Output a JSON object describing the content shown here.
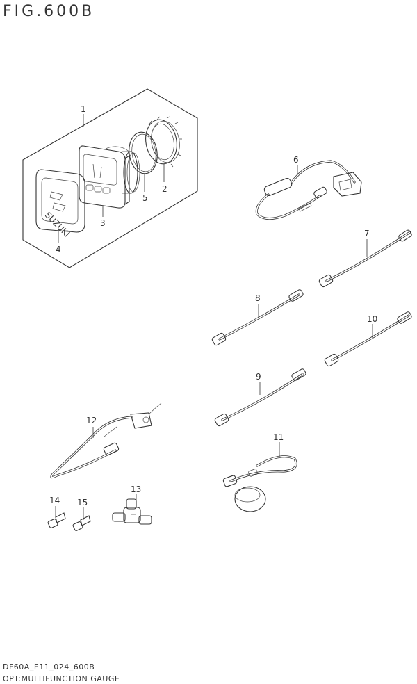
{
  "figure": {
    "title": "FIG.600B",
    "code": "DF60A_E11_024_600B",
    "caption": "OPT:MULTIFUNCTION GAUGE"
  },
  "callouts": {
    "c1": "1",
    "c2": "2",
    "c3": "3",
    "c4": "4",
    "c5": "5",
    "c6": "6",
    "c7": "7",
    "c8": "8",
    "c9": "9",
    "c10": "10",
    "c11": "11",
    "c12": "12",
    "c13": "13",
    "c14": "14",
    "c15": "15"
  },
  "parts": {
    "gauge_face_logo": "SUZUKI"
  }
}
